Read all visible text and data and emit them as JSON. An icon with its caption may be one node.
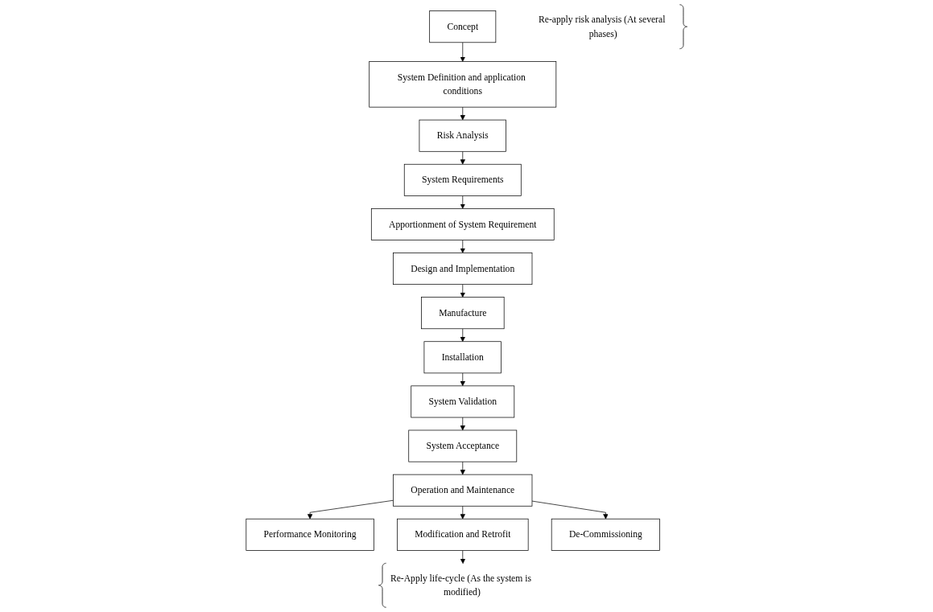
{
  "diagram": {
    "nodes": [
      {
        "text": [
          "Concept"
        ]
      },
      {
        "text": [
          "System Definition and application conditions"
        ]
      },
      {
        "text": [
          "Risk Analysis"
        ]
      },
      {
        "text": [
          "System Requirements"
        ]
      },
      {
        "text": [
          "Apportionment of System Requirement"
        ]
      },
      {
        "text": [
          "Design and Implementation"
        ]
      },
      {
        "text": [
          "Manufacture"
        ]
      },
      {
        "text": [
          "Installation"
        ]
      },
      {
        "text": [
          "System Validation"
        ]
      },
      {
        "text": [
          "System Acceptance"
        ]
      },
      {
        "text": [
          "Performance Monitoring"
        ]
      },
      {
        "text": [
          "Operation and Maintenance"
        ]
      },
      {
        "text": [
          "Modification and Retrofit"
        ]
      },
      {
        "text": [
          "De-Commissioning"
        ]
      },
      {
        "text": [
          "Re-Apply life-cycle (As the system is modified)"
        ]
      },
      {
        "text": [
          "Re-apply risk analysis (At several phases)"
        ]
      }
    ],
    "edges": [
      {
        "from": 0,
        "to": 1,
        "arrow": "to"
      },
      {
        "from": 1,
        "to": 2,
        "arrow": "to"
      },
      {
        "from": 2,
        "to": 3,
        "arrow": "to"
      },
      {
        "from": 3,
        "to": 4,
        "arrow": "to"
      },
      {
        "from": 4,
        "to": 5,
        "arrow": "to"
      },
      {
        "from": 5,
        "to": 6,
        "arrow": "to"
      },
      {
        "from": 6,
        "to": 7,
        "arrow": "to"
      },
      {
        "from": 7,
        "to": 8,
        "arrow": "to"
      },
      {
        "from": 8,
        "to": 9,
        "arrow": "to"
      },
      {
        "from": 9,
        "to": 11,
        "arrow": "to"
      },
      {
        "from": 11,
        "to": 10,
        "arrow": "to"
      },
      {
        "from": 11,
        "to": 12,
        "arrow": "to"
      },
      {
        "from": 11,
        "to": 13,
        "arrow": "to"
      },
      {
        "from": 12,
        "to": 14,
        "arrow": "to"
      }
    ]
  }
}
